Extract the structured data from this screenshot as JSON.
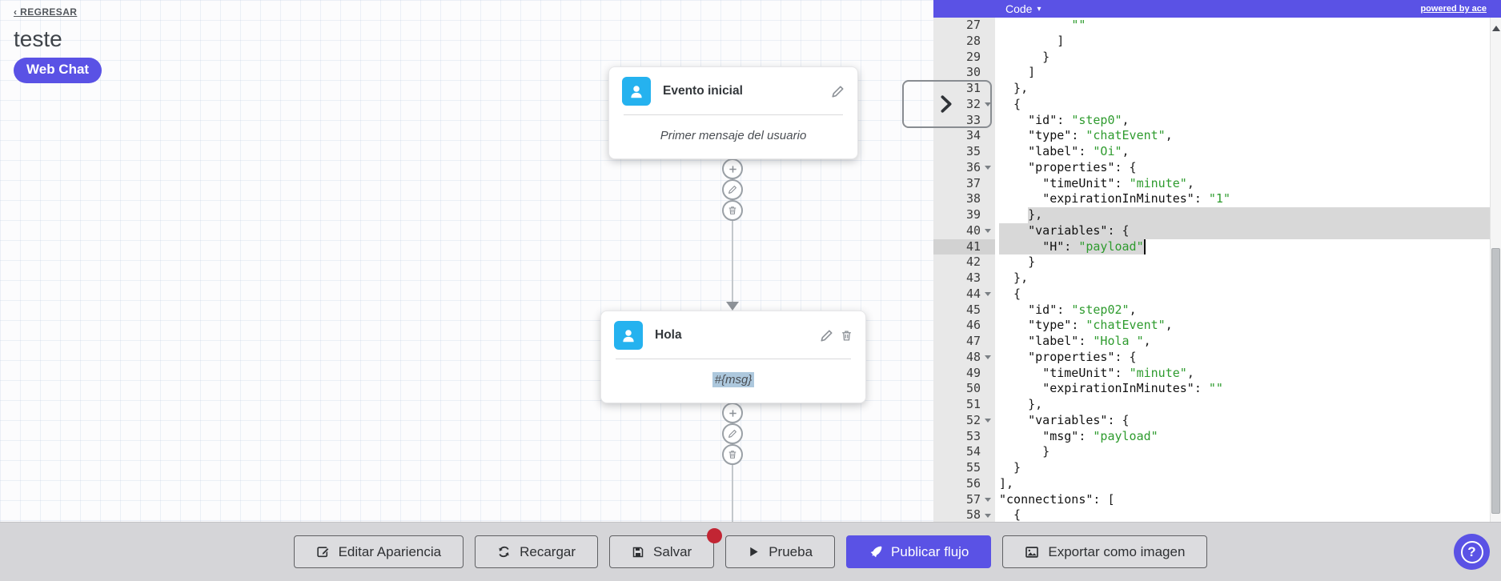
{
  "page": {
    "back_label": "‹ REGRESAR",
    "title": "teste",
    "channel_badge": "Web Chat"
  },
  "canvas": {
    "nodes": [
      {
        "title": "Evento inicial",
        "body": "Primer mensaje del usuario"
      },
      {
        "title": "Hola",
        "body": "#{msg}"
      }
    ]
  },
  "code_panel": {
    "mode_label": "Code",
    "mode_caret": "▾",
    "powered_by": "powered by ace",
    "lines": [
      {
        "n": 27,
        "t": [
          [
            "p",
            "          "
          ],
          [
            "s",
            "\"\""
          ]
        ]
      },
      {
        "n": 28,
        "t": [
          [
            "p",
            "        ]"
          ]
        ]
      },
      {
        "n": 29,
        "t": [
          [
            "p",
            "      }"
          ]
        ]
      },
      {
        "n": 30,
        "t": [
          [
            "p",
            "    ]"
          ]
        ]
      },
      {
        "n": 31,
        "t": [
          [
            "p",
            "  },"
          ]
        ]
      },
      {
        "n": 32,
        "fold": true,
        "t": [
          [
            "p",
            "  {"
          ]
        ]
      },
      {
        "n": 33,
        "t": [
          [
            "p",
            "    "
          ],
          [
            "k",
            "\"id\""
          ],
          [
            "p",
            ": "
          ],
          [
            "s",
            "\"step0\""
          ],
          [
            "p",
            ","
          ]
        ]
      },
      {
        "n": 34,
        "t": [
          [
            "p",
            "    "
          ],
          [
            "k",
            "\"type\""
          ],
          [
            "p",
            ": "
          ],
          [
            "s",
            "\"chatEvent\""
          ],
          [
            "p",
            ","
          ]
        ]
      },
      {
        "n": 35,
        "t": [
          [
            "p",
            "    "
          ],
          [
            "k",
            "\"label\""
          ],
          [
            "p",
            ": "
          ],
          [
            "s",
            "\"Oi\""
          ],
          [
            "p",
            ","
          ]
        ]
      },
      {
        "n": 36,
        "fold": true,
        "t": [
          [
            "p",
            "    "
          ],
          [
            "k",
            "\"properties\""
          ],
          [
            "p",
            ": {"
          ]
        ]
      },
      {
        "n": 37,
        "t": [
          [
            "p",
            "      "
          ],
          [
            "k",
            "\"timeUnit\""
          ],
          [
            "p",
            ": "
          ],
          [
            "s",
            "\"minute\""
          ],
          [
            "p",
            ","
          ]
        ]
      },
      {
        "n": 38,
        "t": [
          [
            "p",
            "      "
          ],
          [
            "k",
            "\"expirationInMinutes\""
          ],
          [
            "p",
            ": "
          ],
          [
            "s",
            "\"1\""
          ]
        ]
      },
      {
        "n": 39,
        "pre": "    ",
        "sel": "eol",
        "t": [
          [
            "p",
            "},"
          ]
        ]
      },
      {
        "n": 40,
        "fold": true,
        "sel": "eol",
        "t": [
          [
            "p",
            "    "
          ],
          [
            "k",
            "\"variables\""
          ],
          [
            "p",
            ": {"
          ]
        ]
      },
      {
        "n": 41,
        "sel": "cursor",
        "active": true,
        "t": [
          [
            "p",
            "      "
          ],
          [
            "k",
            "\"H\""
          ],
          [
            "p",
            ": "
          ],
          [
            "s",
            "\"payload\""
          ]
        ]
      },
      {
        "n": 42,
        "t": [
          [
            "p",
            "    }"
          ]
        ]
      },
      {
        "n": 43,
        "t": [
          [
            "p",
            "  },"
          ]
        ]
      },
      {
        "n": 44,
        "fold": true,
        "t": [
          [
            "p",
            "  {"
          ]
        ]
      },
      {
        "n": 45,
        "t": [
          [
            "p",
            "    "
          ],
          [
            "k",
            "\"id\""
          ],
          [
            "p",
            ": "
          ],
          [
            "s",
            "\"step02\""
          ],
          [
            "p",
            ","
          ]
        ]
      },
      {
        "n": 46,
        "t": [
          [
            "p",
            "    "
          ],
          [
            "k",
            "\"type\""
          ],
          [
            "p",
            ": "
          ],
          [
            "s",
            "\"chatEvent\""
          ],
          [
            "p",
            ","
          ]
        ]
      },
      {
        "n": 47,
        "t": [
          [
            "p",
            "    "
          ],
          [
            "k",
            "\"label\""
          ],
          [
            "p",
            ": "
          ],
          [
            "s",
            "\"Hola \""
          ],
          [
            "p",
            ","
          ]
        ]
      },
      {
        "n": 48,
        "fold": true,
        "t": [
          [
            "p",
            "    "
          ],
          [
            "k",
            "\"properties\""
          ],
          [
            "p",
            ": {"
          ]
        ]
      },
      {
        "n": 49,
        "t": [
          [
            "p",
            "      "
          ],
          [
            "k",
            "\"timeUnit\""
          ],
          [
            "p",
            ": "
          ],
          [
            "s",
            "\"minute\""
          ],
          [
            "p",
            ","
          ]
        ]
      },
      {
        "n": 50,
        "t": [
          [
            "p",
            "      "
          ],
          [
            "k",
            "\"expirationInMinutes\""
          ],
          [
            "p",
            ": "
          ],
          [
            "s",
            "\"\""
          ]
        ]
      },
      {
        "n": 51,
        "t": [
          [
            "p",
            "    },"
          ]
        ]
      },
      {
        "n": 52,
        "fold": true,
        "t": [
          [
            "p",
            "    "
          ],
          [
            "k",
            "\"variables\""
          ],
          [
            "p",
            ": {"
          ]
        ]
      },
      {
        "n": 53,
        "t": [
          [
            "p",
            "      "
          ],
          [
            "k",
            "\"msg\""
          ],
          [
            "p",
            ": "
          ],
          [
            "s",
            "\"payload\""
          ]
        ]
      },
      {
        "n": 54,
        "t": [
          [
            "p",
            "      }"
          ]
        ]
      },
      {
        "n": 55,
        "t": [
          [
            "p",
            "  }"
          ]
        ]
      },
      {
        "n": 56,
        "t": [
          [
            "p",
            "],"
          ]
        ]
      },
      {
        "n": 57,
        "fold": true,
        "t": [
          [
            "k",
            "\"connections\""
          ],
          [
            "p",
            ": ["
          ]
        ]
      },
      {
        "n": 58,
        "fold": true,
        "t": [
          [
            "p",
            "  {"
          ]
        ]
      }
    ]
  },
  "toolbar": {
    "buttons": [
      {
        "label": "Editar Apariencia"
      },
      {
        "label": "Recargar"
      },
      {
        "label": "Salvar"
      },
      {
        "label": "Prueba"
      },
      {
        "label": "Publicar flujo"
      },
      {
        "label": "Exportar como imagen"
      }
    ]
  },
  "help_button": {
    "label": "?"
  },
  "colors": {
    "accent": "#5a52e5",
    "node_icon_bg": "#25b2ef",
    "string_green": "#2e9b2e",
    "unsaved_dot": "#c22533",
    "selection": "#d8d8d8"
  }
}
